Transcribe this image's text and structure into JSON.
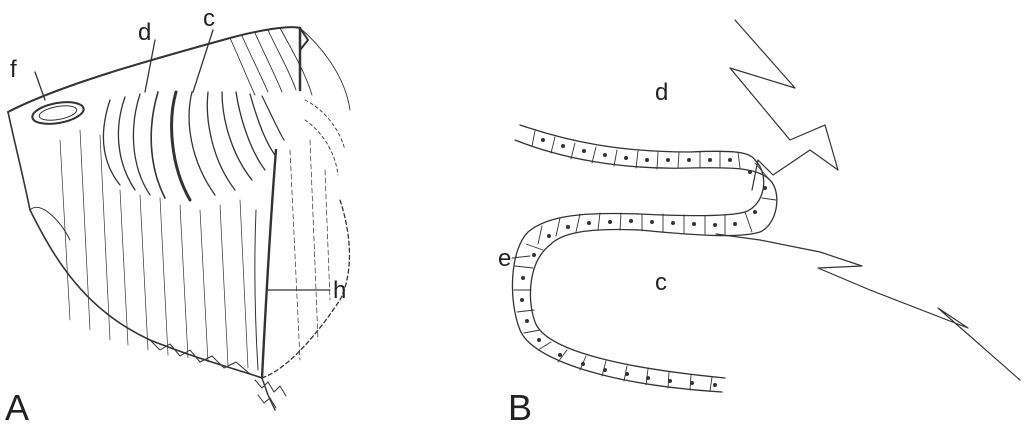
{
  "panel_a": {
    "panel_label": "A",
    "labels": {
      "f": "f",
      "d": "d",
      "c": "c",
      "h": "h"
    }
  },
  "panel_b": {
    "panel_label": "B",
    "labels": {
      "d": "d",
      "c": "c",
      "e": "e"
    }
  },
  "colors": {
    "ink": "#333333",
    "background": "#ffffff"
  }
}
